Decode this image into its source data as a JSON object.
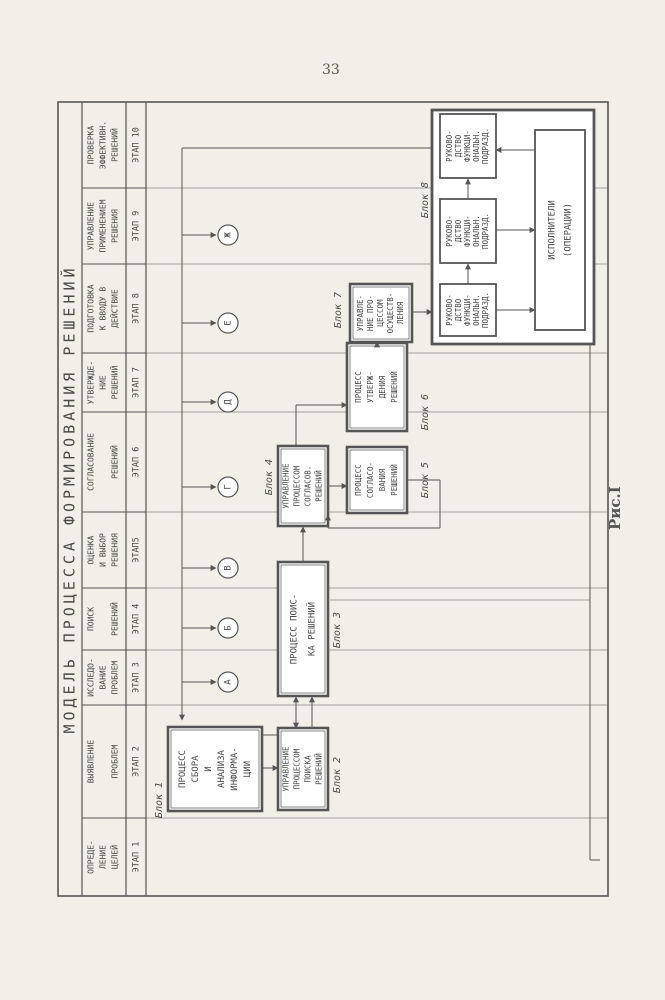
{
  "page_number": "33",
  "figure_caption": "Рис.I",
  "diagram_title": "МОДЕЛЬ ПРОЦЕССА ФОРМИРОВАНИЯ РЕШЕНИЙ",
  "stages": [
    {
      "stage": "ЭТАП 1",
      "header": [
        "ОПРЕДЕ-",
        "ЛЕНИЕ",
        "ЦЕЛЕЙ"
      ]
    },
    {
      "stage": "ЭТАП 2",
      "header": [
        "ВЫЯВЛЕНИЕ",
        "",
        "ПРОБЛЕМ"
      ]
    },
    {
      "stage": "ЭТАП 3",
      "header": [
        "ИССЛЕДО-",
        "ВАНИЕ",
        "ПРОБЛЕМ"
      ]
    },
    {
      "stage": "ЭТАП 4",
      "header": [
        "ПОИСК",
        "",
        "РЕШЕНИЙ"
      ]
    },
    {
      "stage": "ЭТАП5",
      "header": [
        "ОЦЕНКА",
        "И ВЫБОР",
        "РЕШЕНИЯ"
      ]
    },
    {
      "stage": "ЭТАП 6",
      "header": [
        "СОГЛАСОВАНИЕ",
        "",
        "РЕШЕНИЙ"
      ]
    },
    {
      "stage": "ЭТАП 7",
      "header": [
        "УТВЕРЖДЕ-",
        "НИЕ",
        "РЕШЕНИЙ"
      ]
    },
    {
      "stage": "ЭТАП 8",
      "header": [
        "ПОДГОТОВКА",
        "К ВВОДУ В",
        "ДЕЙСТВИЕ"
      ]
    },
    {
      "stage": "ЭТАП 9",
      "header": [
        "УПРАВЛЕНИЕ",
        "ПРИМЕНЕНИЕМ",
        "РЕШЕНИЯ"
      ]
    },
    {
      "stage": "ЭТАП 10",
      "header": [
        "ПРОВЕРКА",
        "ЭФФЕКТИВН.",
        "РЕШЕНИЙ"
      ]
    }
  ],
  "blocks": [
    {
      "label": "Блок 1",
      "lines": [
        "ПРОЦЕСС",
        "СБОРА",
        "И",
        "АНАЛИЗА",
        "ИНФОРМА-",
        "ЦИИ"
      ]
    },
    {
      "label": "Блок 2",
      "lines": [
        "УПРАВЛЕНИЕ",
        "ПРОЦЕССОМ",
        "ПОИСКА",
        "РЕШЕНИЙ"
      ]
    },
    {
      "label": "Блок 3",
      "lines": [
        "ПРОЦЕСС ПОИС-",
        "КА РЕШЕНИЙ"
      ]
    },
    {
      "label": "Блок 4",
      "lines": [
        "УПРАВЛЕНИЕ",
        "ПРОЦЕССОМ",
        "СОГЛАСОВ.",
        "РЕШЕНИЙ"
      ]
    },
    {
      "label": "Блок 5",
      "lines": [
        "ПРОЦЕСС",
        "СОГЛАСО-",
        "ВАНИЯ",
        "РЕШЕНИЙ"
      ]
    },
    {
      "label": "Блок 6",
      "lines": [
        "ПРОЦЕСС",
        "УТВЕРЖ-",
        "ДЕНИЯ",
        "РЕШЕНИЙ"
      ]
    },
    {
      "label": "Блок 7",
      "lines": [
        "УПРАВЛЕ-",
        "НИЕ ПРО-",
        "ЦЕССОМ",
        "ОСУЩЕСТВ-",
        "ЛЕНИЯ"
      ]
    },
    {
      "label": "Блок 8",
      "lines": []
    }
  ],
  "block8_items": [
    {
      "lines": [
        "РУКОВО-",
        "ДСТВО",
        "ФУНКЦИ-",
        "ОНАЛЬН.",
        "ПОДРАЗД."
      ]
    },
    {
      "lines": [
        "РУКОВО-",
        "ДСТВО",
        "ФУНКЦИ-",
        "ОНАЛЬН.",
        "ПОДРАЗД."
      ]
    },
    {
      "lines": [
        "РУКОВО-",
        "ДСТВО",
        "ФУНКЦИ-",
        "ОНАЛЬН.",
        "ПОДРАЗД."
      ]
    },
    {
      "lines": [
        "ИСПОЛНИТЕЛИ",
        "(ОПЕРАЦИИ)"
      ]
    }
  ],
  "circle_markers": [
    "А",
    "Б",
    "В",
    "Г",
    "Д",
    "Е",
    "Ж"
  ],
  "colors": {
    "paper": "#f1efe8",
    "ink": "#555555",
    "box_fill": "#ffffff"
  }
}
